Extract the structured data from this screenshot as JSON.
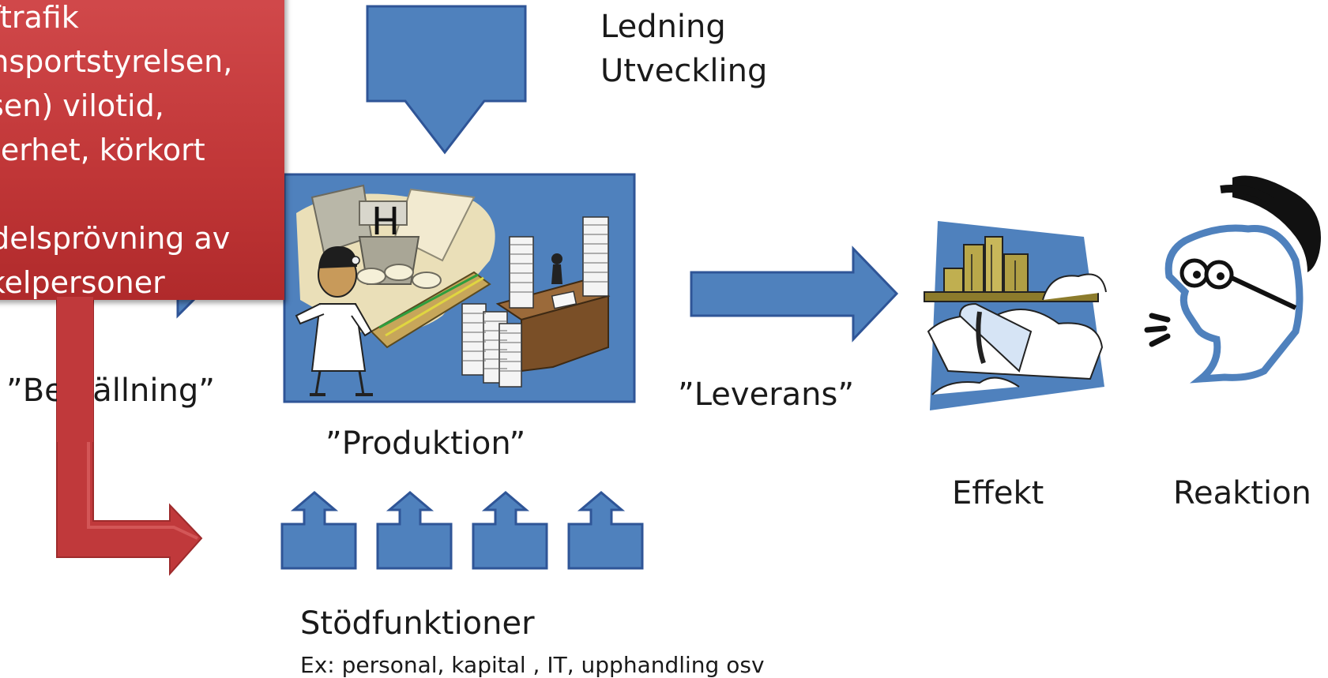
{
  "top_labels": {
    "line1": "Ledning",
    "line2": "Utveckling"
  },
  "order_label": "”Beställning”",
  "production_label": "”Produktion”",
  "delivery_label": "”Leverans”",
  "effect_label": "Effekt",
  "reaction_label": "Reaktion",
  "support": {
    "title": "Stödfunktioner",
    "example": "Ex: personal, kapital , IT, upphandling osv"
  },
  "callout": {
    "lines": [
      "äftrafik",
      "ansportstyrelsen,",
      "lisen) vilotid,",
      "kterhet, körkort",
      ":",
      "ndelsprövning av",
      "ckelpersoner"
    ]
  },
  "icons": [
    "production-clipart-icon",
    "city-clipart-icon",
    "thinking-person-icon"
  ],
  "colors": {
    "shape_fill": "#4f81bd",
    "shape_stroke": "#2f5597",
    "callout_red": "#c0393b"
  }
}
